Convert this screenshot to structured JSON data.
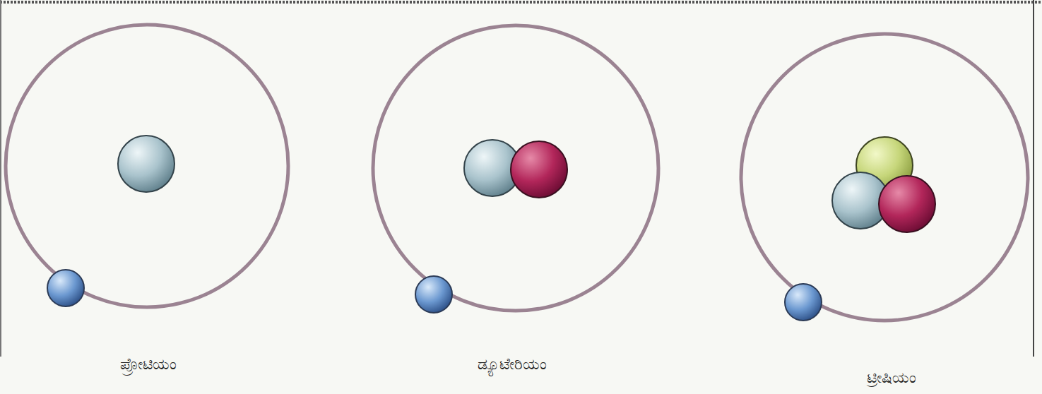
{
  "diagram": {
    "labels": [
      "ಪ್ರೋಟಿಯಂ",
      "ಡ್ಯೂಟೇರಿಯಂ",
      "ಟ್ರೀಷಿಯಂ"
    ]
  }
}
